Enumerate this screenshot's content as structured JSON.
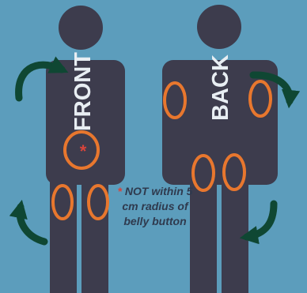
{
  "front": {
    "label": "FRONT"
  },
  "back": {
    "label": "BACK"
  },
  "note": {
    "marker": "*",
    "text": "NOT within 5 cm radius of belly button"
  },
  "belly_marker": "*",
  "colors": {
    "background": "#5c9dbc",
    "figure": "#3d3c4d",
    "injection_site": "#e8772e",
    "arrow": "#0f4733",
    "asterisk": "#d8443b"
  }
}
